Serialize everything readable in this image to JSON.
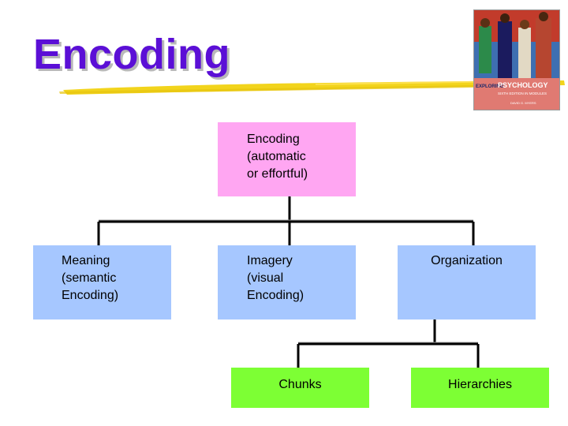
{
  "slide": {
    "title": "Encoding"
  },
  "book_cover": {
    "brand": "EXPLORING",
    "title": "PSYCHOLOGY",
    "subtitle": "SIXTH EDITION IN MODULES",
    "author": "DAVID G. MYERS"
  },
  "diagram": {
    "root": {
      "label": "Encoding\n(automatic\nor effortful)"
    },
    "children": [
      {
        "label": "Meaning\n(semantic\nEncoding)"
      },
      {
        "label": "Imagery\n(visual\nEncoding)"
      },
      {
        "label": "Organization"
      }
    ],
    "organization_children": [
      {
        "label": "Chunks"
      },
      {
        "label": "Hierarchies"
      }
    ],
    "colors": {
      "title": "#5b0fd6",
      "root_fill": "#ffa6f2",
      "child_fill": "#a6c7ff",
      "leaf_fill": "#7dff34",
      "connector": "#000000",
      "underline": "#f2d41c"
    }
  }
}
